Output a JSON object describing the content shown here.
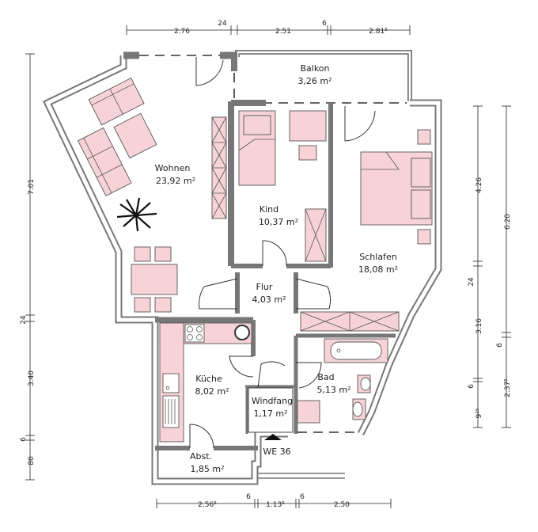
{
  "rooms": {
    "balkon": {
      "name": "Balkon",
      "area": "3,26 m²"
    },
    "wohnen": {
      "name": "Wohnen",
      "area": "23,92 m²"
    },
    "kind": {
      "name": "Kind",
      "area": "10,37 m²"
    },
    "schlafen": {
      "name": "Schlafen",
      "area": "18,08 m²"
    },
    "flur": {
      "name": "Flur",
      "area": "4,03 m²"
    },
    "kueche": {
      "name": "Küche",
      "area": "8,02 m²"
    },
    "bad": {
      "name": "Bad",
      "area": "5,13 m²"
    },
    "windfang": {
      "name": "Windfang",
      "area": "1,17 m²"
    },
    "abst": {
      "name": "Abst.",
      "area": "1,85 m²"
    }
  },
  "entrance": "WE 36",
  "dimensions": {
    "top": [
      "2.76",
      "24",
      "2.51",
      "6",
      "2.81⁵"
    ],
    "bottom": [
      "2.56⁵",
      "6",
      "1.13⁵",
      "6",
      "2.50"
    ],
    "left": [
      "7.01",
      "24",
      "3.40",
      "6",
      "80"
    ],
    "right_inner": [
      "4.26",
      "24",
      "3.16",
      "6",
      "9¹⁵"
    ],
    "right_outer": [
      "6.20",
      "6",
      "2.37⁵"
    ]
  },
  "colors": {
    "furniture_fill": "#f7d3d8",
    "wall": "#777777"
  }
}
